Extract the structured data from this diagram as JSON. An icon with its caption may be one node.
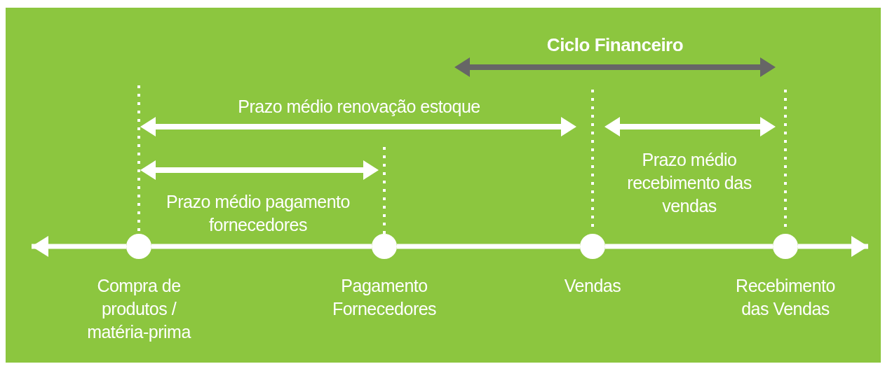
{
  "diagram": {
    "nodes": [
      {
        "text": [],
        "shape": "circle",
        "beside": [
          "Compra de produtos / matéria-prima"
        ]
      },
      {
        "text": [],
        "shape": "circle",
        "beside": [
          "Pagamento Fornecedores"
        ]
      },
      {
        "text": [],
        "shape": "circle",
        "beside": [
          "Vendas"
        ]
      },
      {
        "text": [],
        "shape": "circle",
        "beside": [
          "Recebimento das Vendas"
        ]
      }
    ],
    "edges": [
      {
        "from": 0,
        "to": null,
        "arrow": "to"
      },
      {
        "from": 0,
        "to": 1,
        "arrow": "none"
      },
      {
        "from": 1,
        "to": 2,
        "arrow": "none"
      },
      {
        "from": 2,
        "to": 3,
        "arrow": "none"
      },
      {
        "from": 3,
        "to": null,
        "arrow": "to"
      }
    ],
    "labels": [
      "Ciclo Financeiro",
      "Prazo médio renovação estoque",
      "Prazo médio pagamento fornecedores",
      "Prazo médio recebimento das vendas"
    ]
  }
}
